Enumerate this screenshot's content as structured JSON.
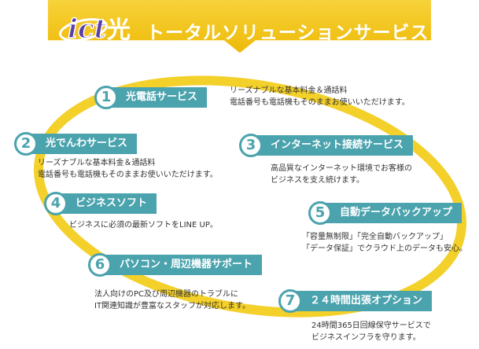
{
  "header": {
    "logo_text": "ict光",
    "title": "トータルソリューションサービス",
    "banner_color": "#f2c40f",
    "accent_color": "#4aa3ad"
  },
  "services": [
    {
      "num": "1",
      "label": "光電話サービス",
      "desc": [
        "リーズナブルな基本料金＆通話料",
        "電話番号も電話機もそのままお使いいただけます。"
      ]
    },
    {
      "num": "2",
      "label": "光でんわサービス",
      "desc": [
        "リーズナブルな基本料金＆通話料",
        "電話番号も電話機もそのままお使いいただけます。"
      ]
    },
    {
      "num": "3",
      "label": "インターネット接続サービス",
      "desc": [
        "高品質なインターネット環境でお客様の",
        "ビジネスを支え続けます。"
      ]
    },
    {
      "num": "4",
      "label": "ビジネスソフト",
      "desc": [
        "ビジネスに必須の最新ソフトをLINE UP。"
      ]
    },
    {
      "num": "5",
      "label": "自動データバックアップ",
      "desc": [
        "「容量無制限」「完全自動バックアップ」",
        "「データ保証」でクラウド上のデータも安心。"
      ]
    },
    {
      "num": "6",
      "label": "パソコン・周辺機器サポート",
      "desc": [
        "法人向けのPC及び周辺機器のトラブルに",
        "IT関連知識が豊富なスタッフが対応します。"
      ]
    },
    {
      "num": "7",
      "label": "２４時間出張オプション",
      "desc": [
        "24時間365日回線保守サービスで",
        "ビジネスインフラを守ります。"
      ]
    }
  ]
}
